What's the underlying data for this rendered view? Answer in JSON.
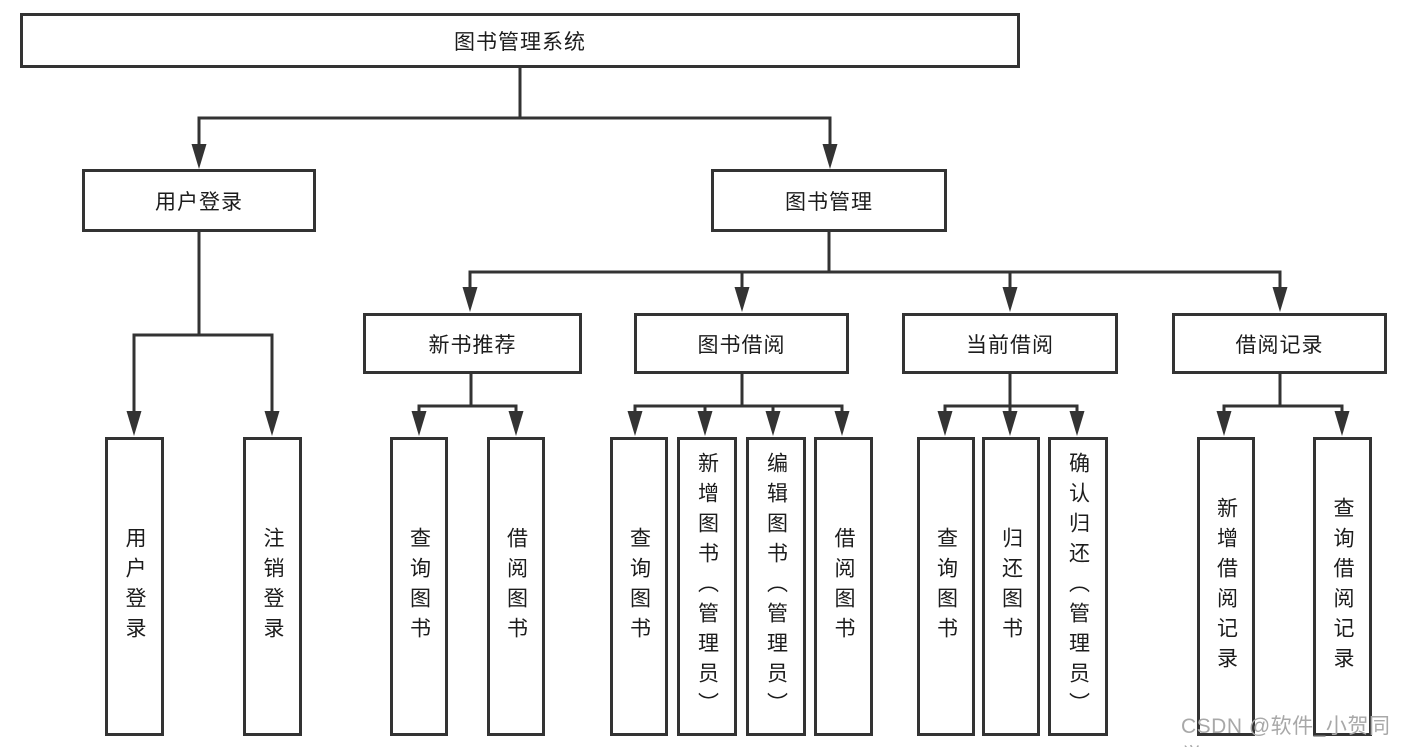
{
  "diagram_title": "图书管理系统",
  "tree": {
    "label": "图书管理系统",
    "children": [
      {
        "label": "用户登录",
        "children": [
          {
            "label": "用户登录"
          },
          {
            "label": "注销登录"
          }
        ]
      },
      {
        "label": "图书管理",
        "children": [
          {
            "label": "新书推荐",
            "children": [
              {
                "label": "查询图书"
              },
              {
                "label": "借阅图书"
              }
            ]
          },
          {
            "label": "图书借阅",
            "children": [
              {
                "label": "查询图书"
              },
              {
                "label": "新增图书（管理员）"
              },
              {
                "label": "编辑图书（管理员）"
              },
              {
                "label": "借阅图书"
              }
            ]
          },
          {
            "label": "当前借阅",
            "children": [
              {
                "label": "查询图书"
              },
              {
                "label": "归还图书"
              },
              {
                "label": "确认归还（管理员）"
              }
            ]
          },
          {
            "label": "借阅记录",
            "children": [
              {
                "label": "新增借阅记录"
              },
              {
                "label": "查询借阅记录"
              }
            ]
          }
        ]
      }
    ]
  },
  "watermark": {
    "text": "CSDN @软件_小贺同学"
  },
  "colors": {
    "line": "#333333",
    "text": "#1c1c1c",
    "background": "#ffffff",
    "box_fill": "#ffffff",
    "watermark": "#a8a8a8"
  }
}
